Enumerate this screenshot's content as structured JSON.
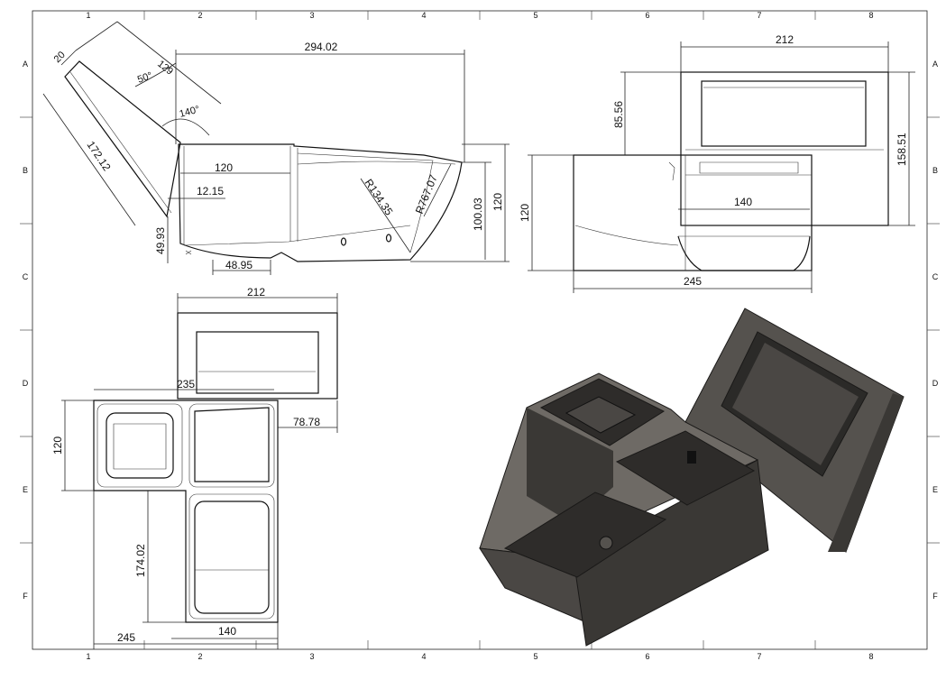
{
  "sheet": {
    "zone_columns": [
      "1",
      "2",
      "3",
      "4",
      "5",
      "6",
      "7",
      "8"
    ],
    "zone_rows": [
      "A",
      "B",
      "C",
      "D",
      "E",
      "F"
    ]
  },
  "side_view": {
    "dims": {
      "d20": "20",
      "d129": "129",
      "a50": "50°",
      "a140": "140°",
      "d294": "294.02",
      "d172": "172.12",
      "d120_inner": "120",
      "d12": "12.15",
      "r134": "R134.35",
      "r767": "R767.07",
      "d100": "100.03",
      "d120_h": "120",
      "d49": "49.93",
      "d48": "48.95"
    }
  },
  "front_view": {
    "dims": {
      "d212": "212",
      "d85": "85.56",
      "d158": "158.51",
      "d120": "120",
      "d140": "140",
      "d245": "245"
    }
  },
  "top_view": {
    "dims": {
      "d212": "212",
      "d235": "235",
      "d78": "78.78",
      "d120": "120",
      "d174": "174.02",
      "d140": "140",
      "d245": "245"
    }
  },
  "colors": {
    "body_dark": "#3a3835",
    "body_mid": "#55524e",
    "body_light": "#6e6a65",
    "edge": "#1a1918"
  }
}
